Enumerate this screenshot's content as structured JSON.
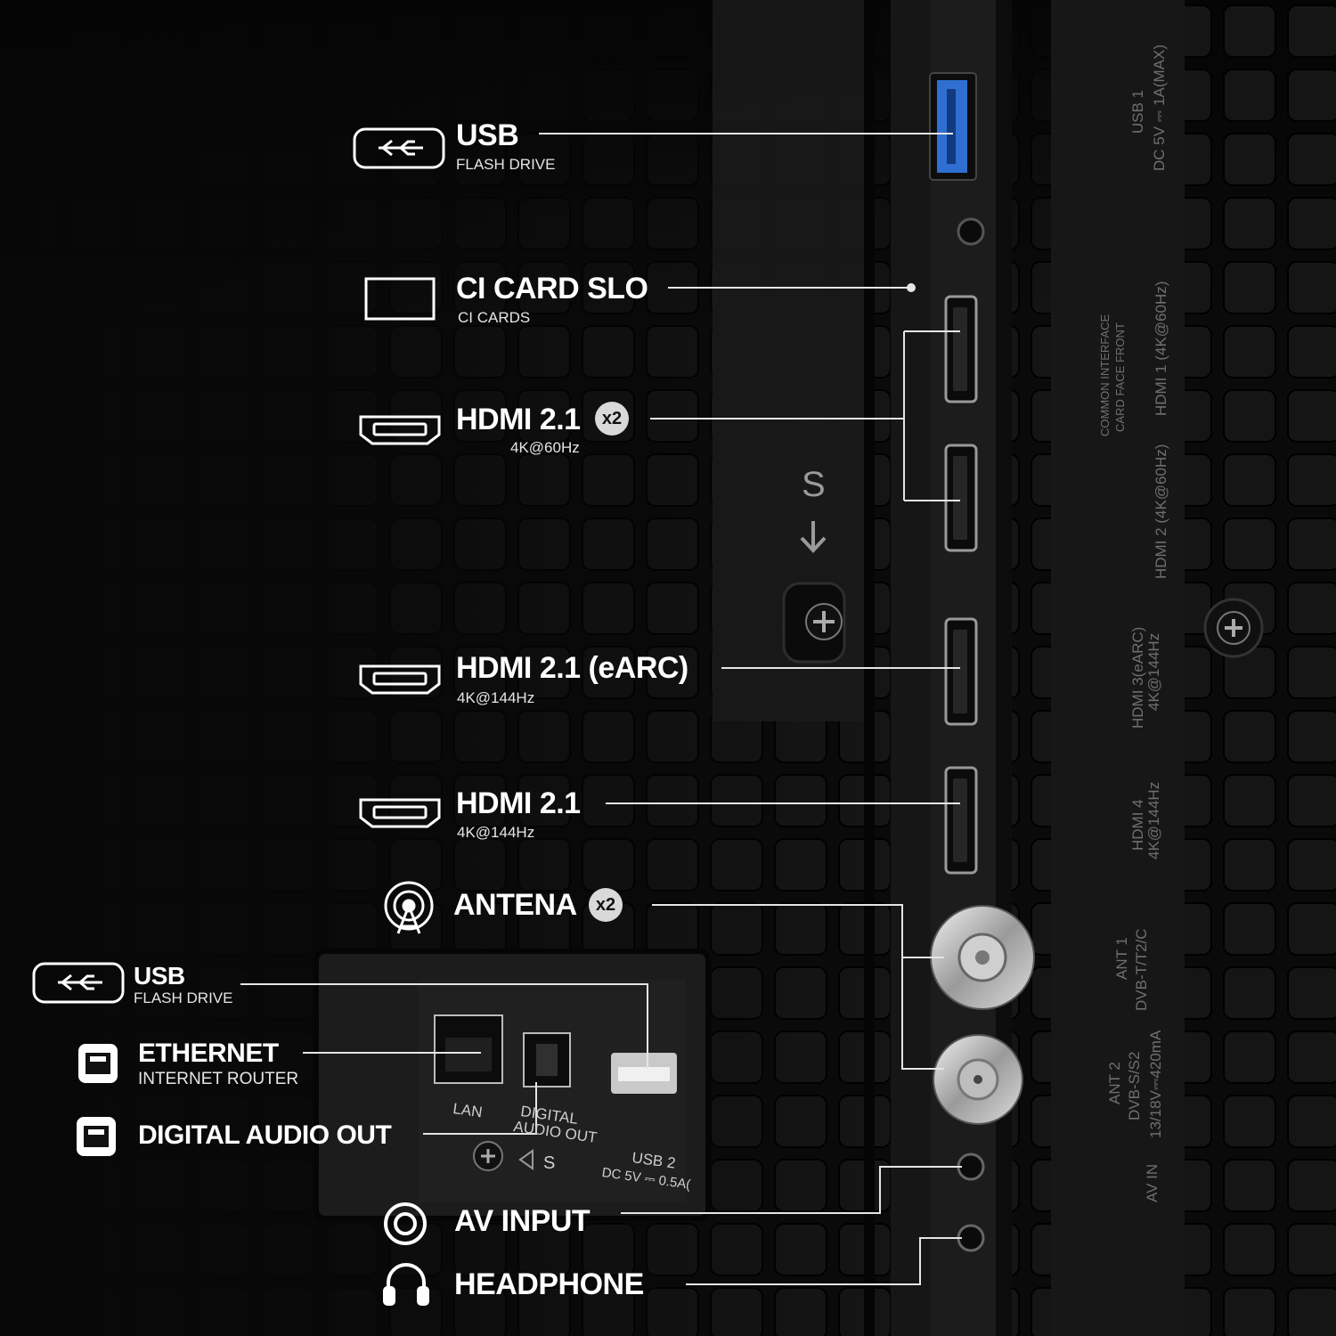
{
  "callouts": {
    "usb_top": {
      "title": "USB",
      "sub": "FLASH DRIVE",
      "icon": "usb-icon"
    },
    "ci_card": {
      "title": "CI CARD SLO",
      "sub": "CI CARDS",
      "icon": "card-slot-icon"
    },
    "hdmi_pair": {
      "title": "HDMI 2.1",
      "badge": "x2",
      "sub": "4K@60Hz",
      "icon": "hdmi-icon"
    },
    "hdmi_earc": {
      "title": "HDMI 2.1 (eARC)",
      "sub": "4K@144Hz",
      "icon": "hdmi-icon"
    },
    "hdmi_single": {
      "title": "HDMI 2.1",
      "sub": "4K@144Hz",
      "icon": "hdmi-icon"
    },
    "antenna": {
      "title": "ANTENA",
      "badge": "x2",
      "icon": "antenna-icon"
    },
    "usb_bottom": {
      "title": "USB",
      "sub": "FLASH DRIVE",
      "icon": "usb-icon"
    },
    "ethernet": {
      "title": "ETHERNET",
      "sub": "INTERNET ROUTER",
      "icon": "ethernet-icon"
    },
    "digital_audio": {
      "title": "DIGITAL AUDIO OUT",
      "icon": "ethernet-icon"
    },
    "av_input": {
      "title": "AV INPUT",
      "icon": "av-input-icon"
    },
    "headphone": {
      "title": "HEADPHONE",
      "icon": "headphone-icon"
    }
  },
  "panel_labels": {
    "usb1": "USB 1",
    "usb1_power": "DC 5V ⎓ 1A(MAX)",
    "common_interface": "COMMON INTERFACE",
    "card_face_front": "CARD FACE FRONT",
    "hdmi1": "HDMI 1 (4K@60Hz)",
    "hdmi2": "HDMI 2 (4K@60Hz)",
    "hdmi3": "HDMI 3(eARC)",
    "hdmi3_rate": "4K@144Hz",
    "hdmi4": "HDMI 4",
    "hdmi4_rate": "4K@144Hz",
    "ant1": "ANT 1",
    "ant1_std": "DVB-T/T2/C",
    "ant2": "ANT 2",
    "ant2_std": "DVB-S/S2",
    "ant2_power": "13/18V⎓420mA",
    "av_in": "AV IN",
    "lan": "LAN",
    "digital_out_1": "DIGITAL",
    "digital_out_2": "AUDIO OUT",
    "usb2": "USB 2",
    "usb2_power": "DC 5V ⎓ 0.5A(",
    "screw_s": "S",
    "arrow_s": "S"
  },
  "colors": {
    "background": "#0a0a0a",
    "text": "#ffffff",
    "usb_port": "#2f6fd1",
    "badge": "#d9d9d9",
    "leader": "#e6e6e6"
  }
}
